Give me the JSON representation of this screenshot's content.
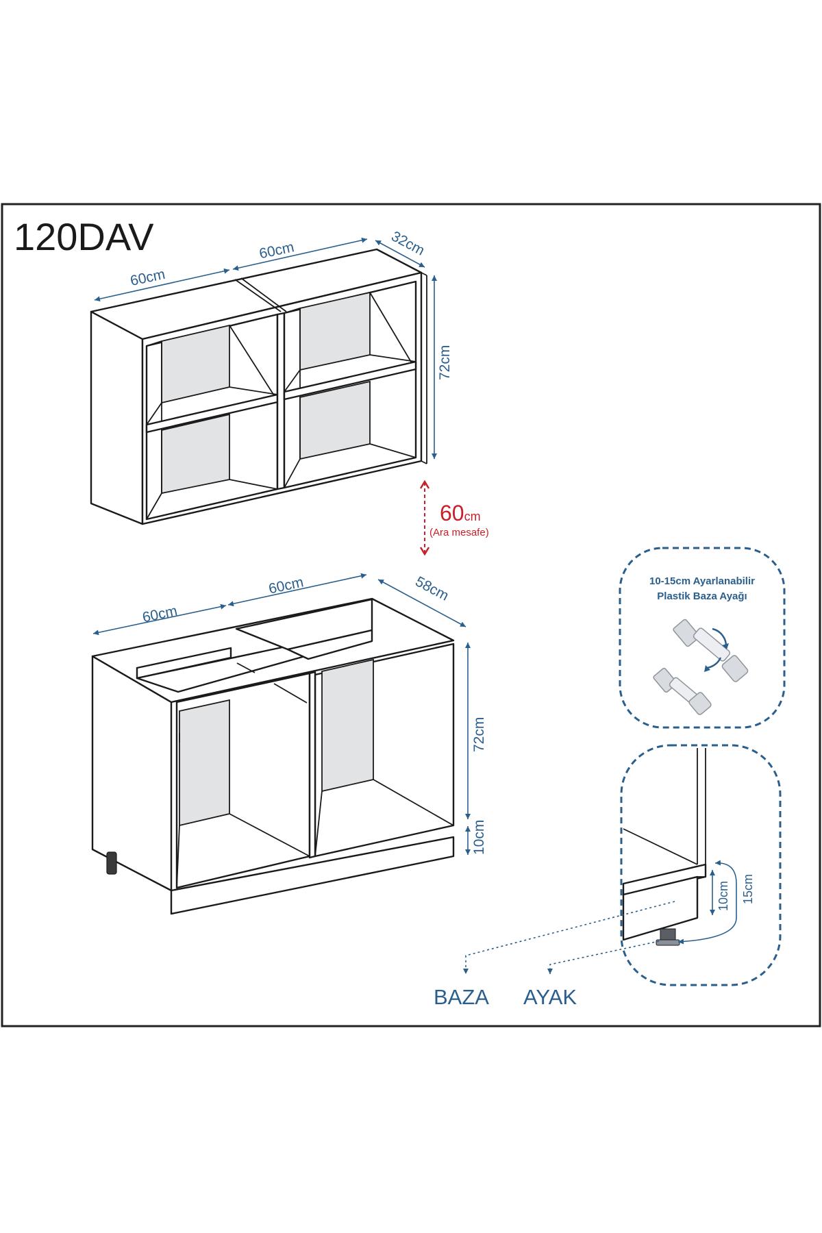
{
  "title": "120DAV",
  "wall_cabinet": {
    "width_left": "60cm",
    "width_right": "60cm",
    "depth": "32cm",
    "height": "72cm"
  },
  "gap": {
    "value": "60",
    "unit": "cm",
    "note": "(Ara mesafe)"
  },
  "base_cabinet": {
    "width_left": "60cm",
    "width_right": "60cm",
    "depth": "58cm",
    "height": "72cm",
    "plinth": "10cm"
  },
  "leg_callout": {
    "line1": "10-15cm Ayarlanabilir",
    "line2": "Plastik Baza Ayağı"
  },
  "detail": {
    "plinth": "10cm",
    "total": "15cm"
  },
  "legend": {
    "baza": "BAZA",
    "ayak": "AYAK"
  },
  "colors": {
    "dimension": "#2a5f8d",
    "gap": "#c7202a",
    "line": "#1a1a1a",
    "back_panel": "#e2e3e5"
  }
}
